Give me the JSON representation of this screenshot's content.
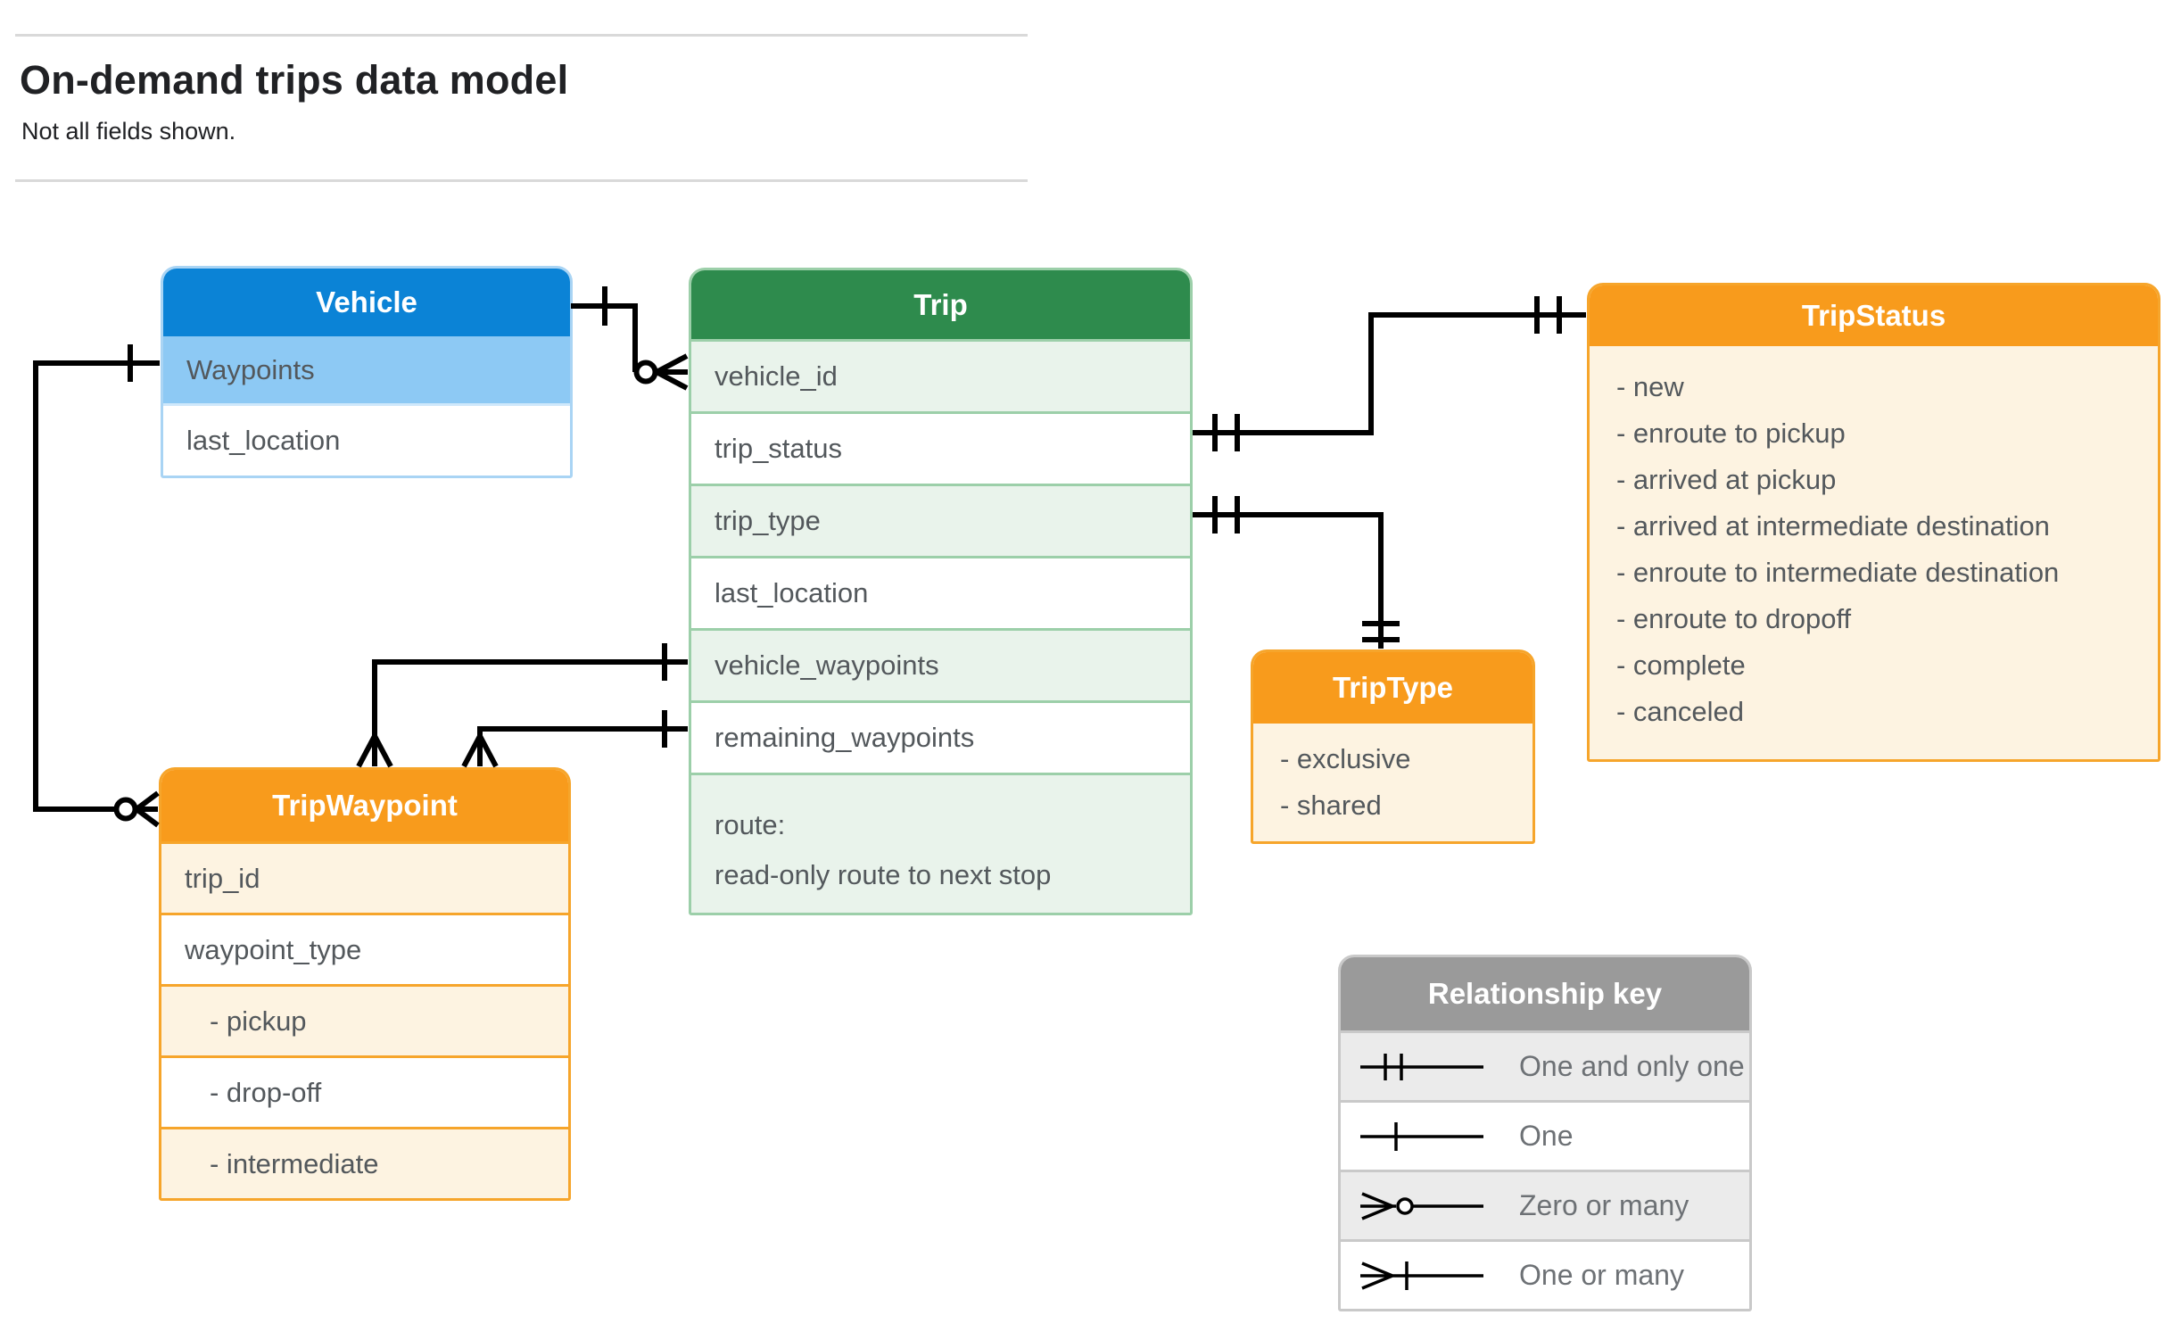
{
  "page": {
    "title": "On-demand trips data model",
    "subtitle": "Not all fields shown."
  },
  "entities": {
    "vehicle": {
      "title": "Vehicle",
      "rows": [
        "Waypoints",
        "last_location"
      ]
    },
    "trip": {
      "title": "Trip",
      "rows": [
        "vehicle_id",
        "trip_status",
        "trip_type",
        "last_location",
        "vehicle_waypoints",
        "remaining_waypoints"
      ],
      "route": [
        "route:",
        "read-only route to next stop"
      ]
    },
    "tripStatus": {
      "title": "TripStatus",
      "values": [
        "- new",
        "- enroute to pickup",
        "- arrived at pickup",
        "- arrived at intermediate destination",
        "- enroute to intermediate destination",
        "- enroute to dropoff",
        "- complete",
        "- canceled"
      ]
    },
    "tripType": {
      "title": "TripType",
      "values": [
        "- exclusive",
        "- shared"
      ]
    },
    "tripWaypoint": {
      "title": "TripWaypoint",
      "rows": [
        "trip_id",
        "waypoint_type",
        "- pickup",
        "- drop-off",
        "- intermediate"
      ]
    }
  },
  "legend": {
    "title": "Relationship key",
    "items": [
      {
        "symbol": "one-and-only-one-icon",
        "label": "One and only one"
      },
      {
        "symbol": "one-icon",
        "label": "One"
      },
      {
        "symbol": "zero-or-many-icon",
        "label": "Zero or many"
      },
      {
        "symbol": "one-or-many-icon",
        "label": "One or many"
      }
    ]
  },
  "colors": {
    "vehicle_header": "#0b83d6",
    "vehicle_key_row": "#8dc9f4",
    "trip_header": "#2e8b4d",
    "trip_alt_row": "#e9f3eb",
    "enum_header": "#f89b1c",
    "enum_row": "#fdf3e1",
    "legend_header": "#9a9a9a",
    "legend_alt_row": "#ebebeb",
    "connector": "#000000"
  }
}
